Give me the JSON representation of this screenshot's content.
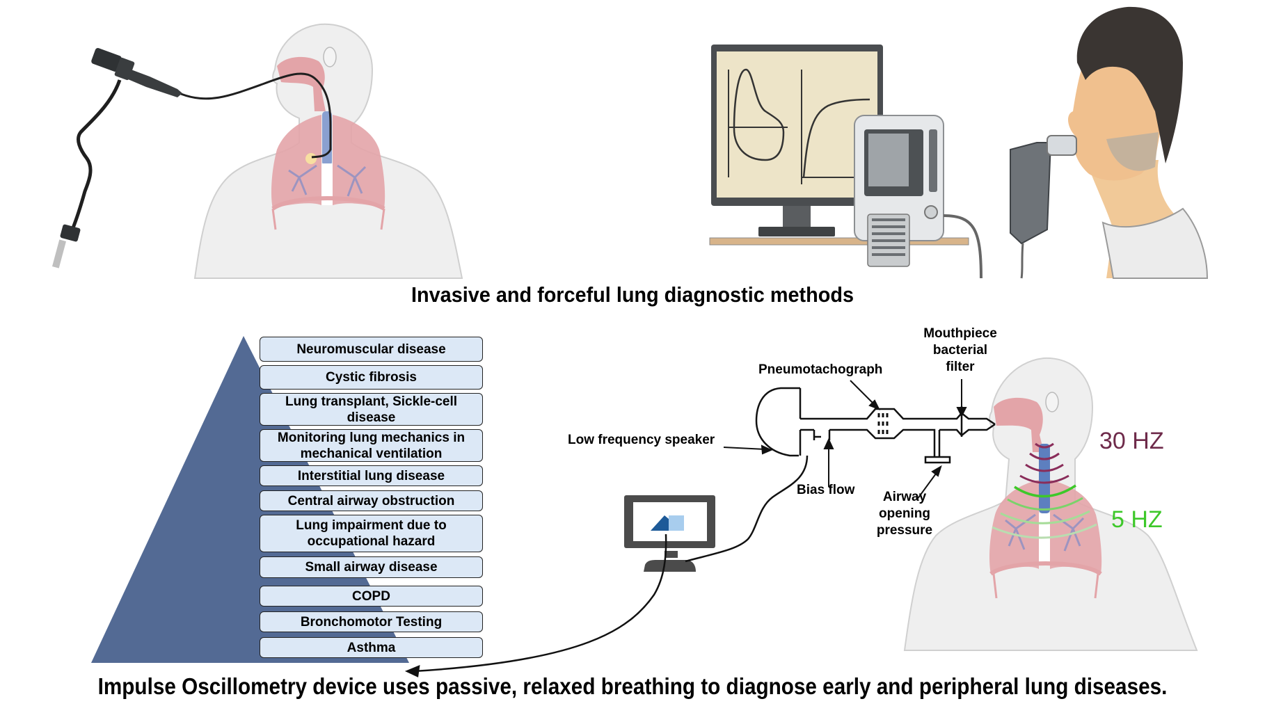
{
  "top_section": {
    "caption": "Invasive and forceful lung diagnostic methods",
    "illustrations": [
      {
        "name": "bronchoscopy",
        "icon": "bronchoscope-icon"
      },
      {
        "name": "spirometry",
        "icon": "spirometer-icon"
      }
    ]
  },
  "pyramid": {
    "color": "#536a94",
    "box_fill": "#dce8f6",
    "items": [
      "Neuromuscular disease",
      "Cystic fibrosis",
      "Lung transplant, Sickle-cell disease",
      "Monitoring lung mechanics in mechanical ventilation",
      "Interstitial lung disease",
      "Central airway obstruction",
      "Lung impairment due to occupational hazard",
      "Small airway disease",
      "COPD",
      "Bronchomotor Testing",
      "Asthma"
    ]
  },
  "oscillometry_diagram": {
    "labels": {
      "speaker": "Low frequency speaker",
      "pneumotachograph": "Pneumotachograph",
      "filter_line1": "Mouthpiece",
      "filter_line2": "bacterial",
      "filter_line3": "filter",
      "bias_flow": "Bias flow",
      "airway_line1": "Airway",
      "airway_line2": "opening",
      "airway_line3": "pressure"
    },
    "frequencies": {
      "high": {
        "label": "30 HZ",
        "color": "#6e2a4a"
      },
      "low": {
        "label": "5 HZ",
        "color": "#3ec82a"
      }
    }
  },
  "bottom_caption": "Impulse Oscillometry device uses passive, relaxed breathing to diagnose early and peripheral lung diseases."
}
